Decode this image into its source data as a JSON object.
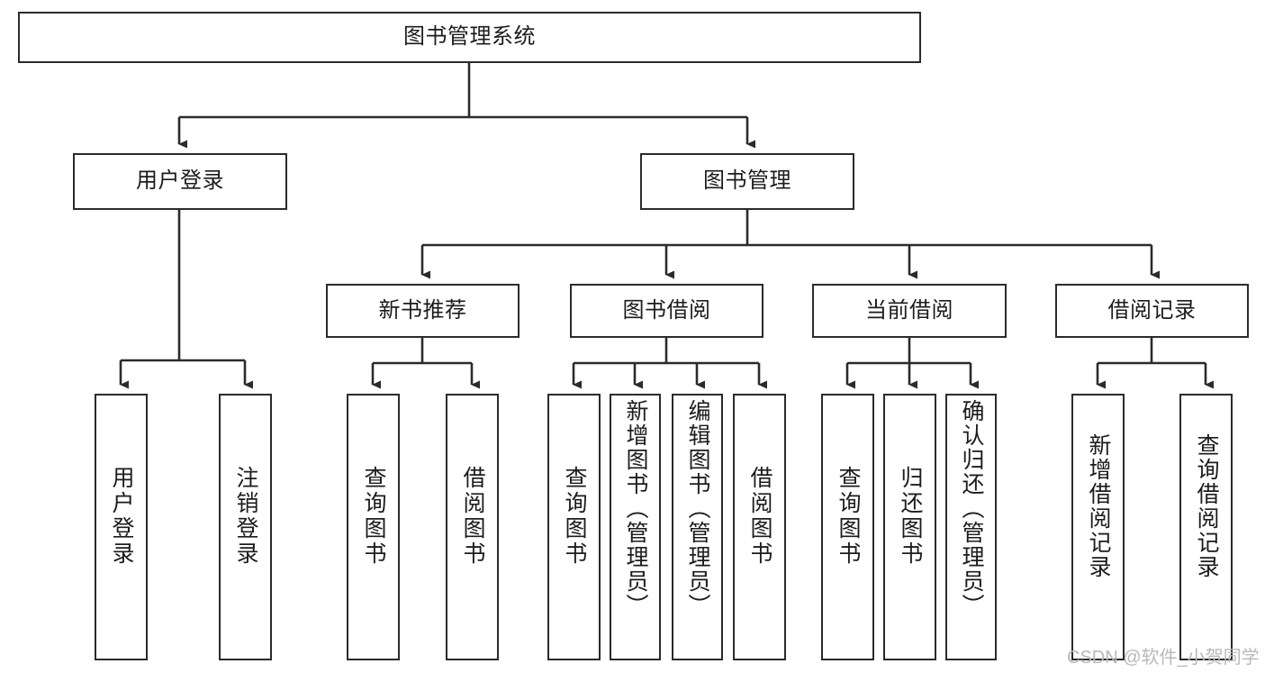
{
  "diagram": {
    "title": "图书管理系统",
    "type": "tree-hierarchy-chart",
    "colors": {
      "box_border": "#2b2b2b",
      "box_fill": "#ffffff",
      "edge": "#2b2b2b",
      "text": "#1c1c1c",
      "watermark": "#b9b9b9",
      "background": "#ffffff"
    },
    "root": {
      "id": "root",
      "label": "图书管理系统"
    },
    "level2": [
      {
        "id": "user-login",
        "label": "用户登录"
      },
      {
        "id": "book-manage",
        "label": "图书管理"
      }
    ],
    "level3": [
      {
        "id": "new-book-rec",
        "label": "新书推荐"
      },
      {
        "id": "book-borrow",
        "label": "图书借阅"
      },
      {
        "id": "current-borrow",
        "label": "当前借阅"
      },
      {
        "id": "borrow-record",
        "label": "借阅记录"
      }
    ],
    "leaves": {
      "user_login": [
        {
          "id": "leaf-user-login",
          "label": "用户登录"
        },
        {
          "id": "leaf-logout",
          "label": "注销登录"
        }
      ],
      "new_book_rec": [
        {
          "id": "leaf-query-book-1",
          "label": "查询图书"
        },
        {
          "id": "leaf-borrow-book-1",
          "label": "借阅图书"
        }
      ],
      "book_borrow": [
        {
          "id": "leaf-query-book-2",
          "label": "查询图书"
        },
        {
          "id": "leaf-add-book",
          "label": "新增图书（管理员）"
        },
        {
          "id": "leaf-edit-book",
          "label": "编辑图书（管理员）"
        },
        {
          "id": "leaf-borrow-book-2",
          "label": "借阅图书"
        }
      ],
      "current_borrow": [
        {
          "id": "leaf-query-book-3",
          "label": "查询图书"
        },
        {
          "id": "leaf-return-book",
          "label": "归还图书"
        },
        {
          "id": "leaf-confirm-return",
          "label": "确认归还（管理员）"
        }
      ],
      "borrow_record": [
        {
          "id": "leaf-add-record",
          "label": "新增借阅记录"
        },
        {
          "id": "leaf-query-record",
          "label": "查询借阅记录"
        }
      ]
    }
  },
  "watermark": {
    "text": "CSDN @软件_小贺同学"
  }
}
